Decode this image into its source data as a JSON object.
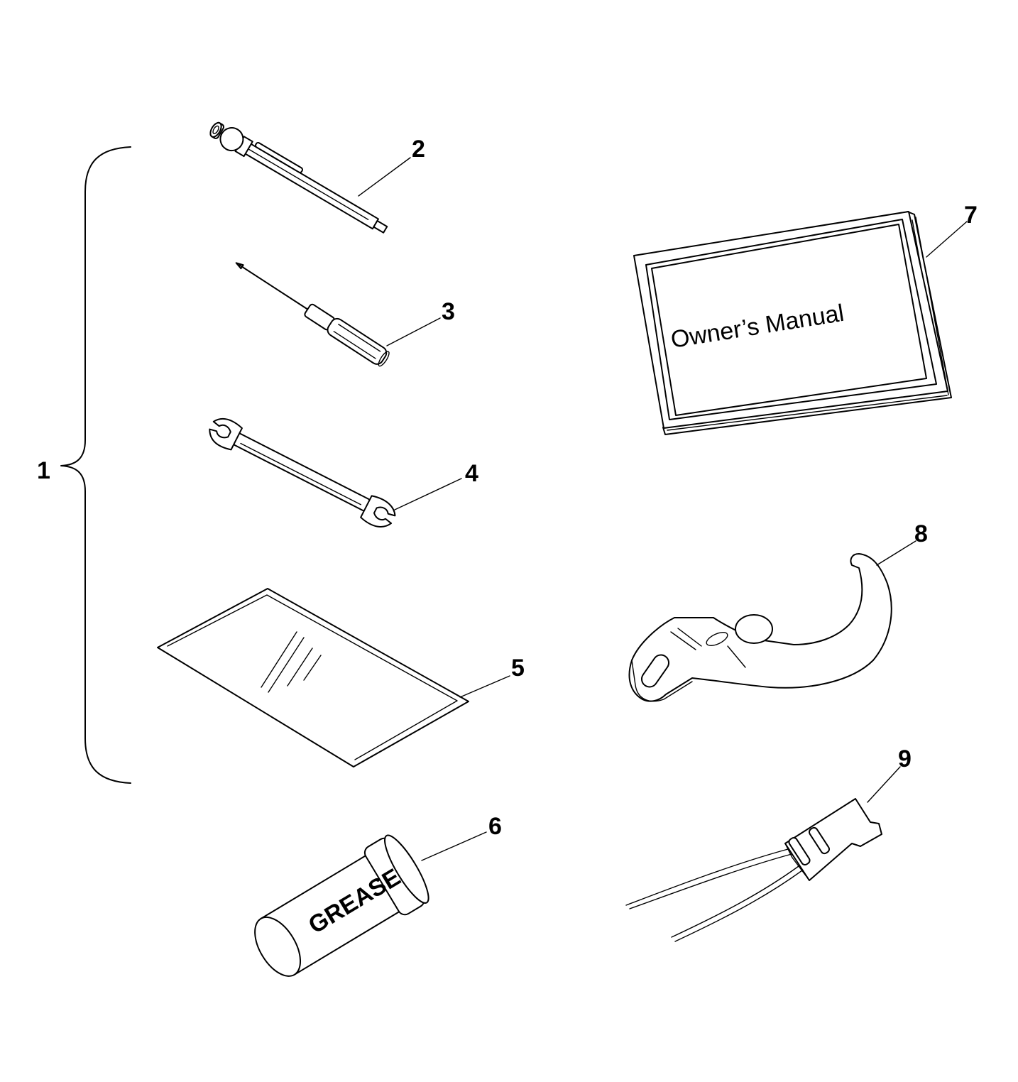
{
  "callouts": [
    "1",
    "2",
    "3",
    "4",
    "5",
    "6",
    "7",
    "8",
    "9"
  ],
  "manual_cover_text": "Owner’s Manual",
  "grease_label": "GREASE"
}
